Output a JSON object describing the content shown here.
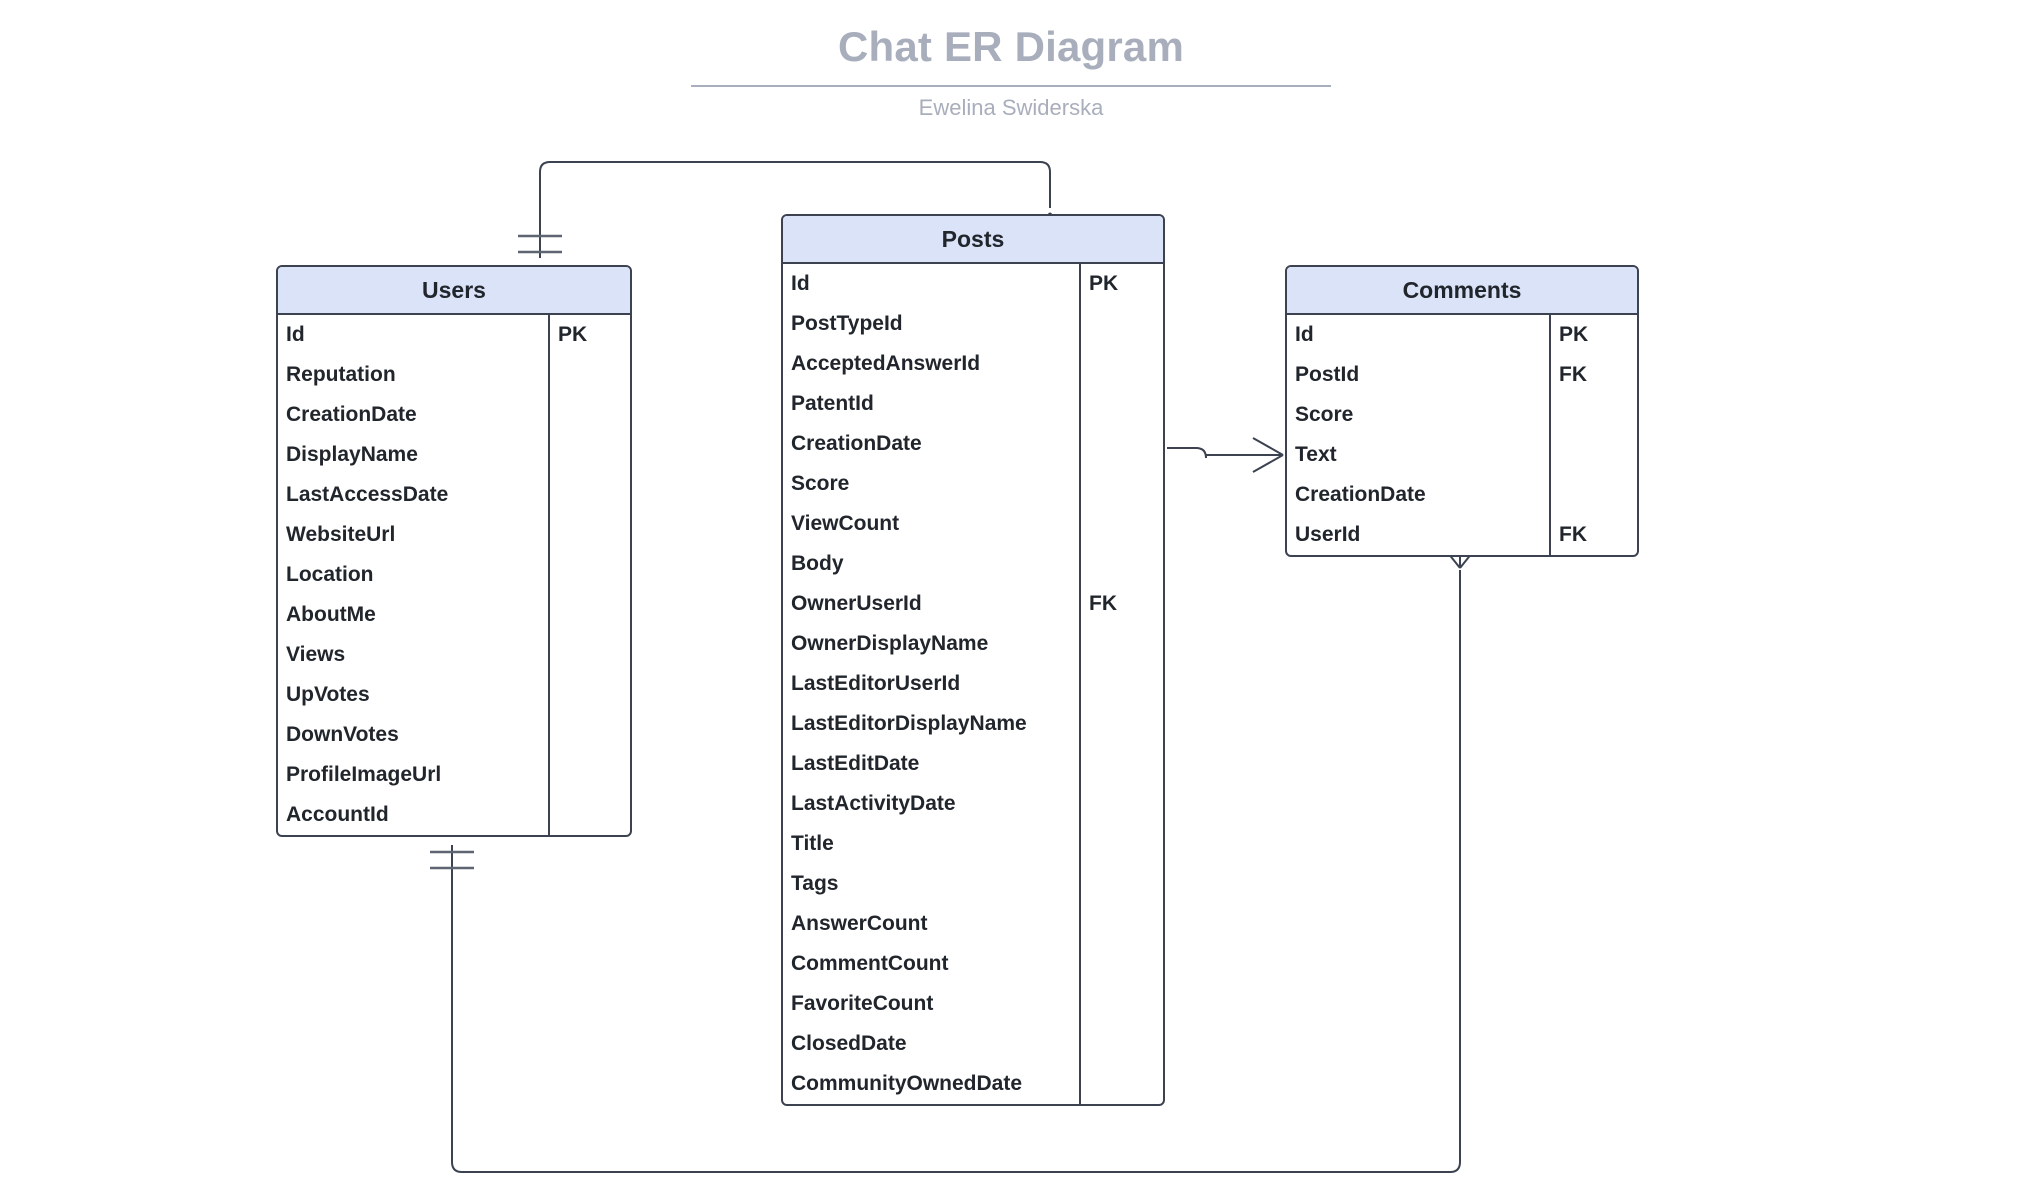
{
  "title": "Chat ER Diagram",
  "subtitle": "Ewelina Swiderska",
  "theme": {
    "header_fill": "#dae3f8",
    "border": "#3c4250",
    "title_color": "#a9aebc",
    "text_color": "#21252c",
    "page_background": "#ffffff"
  },
  "entities": [
    {
      "name": "Users",
      "fields": [
        {
          "name": "Id",
          "key": "PK"
        },
        {
          "name": "Reputation",
          "key": ""
        },
        {
          "name": "CreationDate",
          "key": ""
        },
        {
          "name": "DisplayName",
          "key": ""
        },
        {
          "name": "LastAccessDate",
          "key": ""
        },
        {
          "name": "WebsiteUrl",
          "key": ""
        },
        {
          "name": "Location",
          "key": ""
        },
        {
          "name": "AboutMe",
          "key": ""
        },
        {
          "name": "Views",
          "key": ""
        },
        {
          "name": "UpVotes",
          "key": ""
        },
        {
          "name": "DownVotes",
          "key": ""
        },
        {
          "name": "ProfileImageUrl",
          "key": ""
        },
        {
          "name": "AccountId",
          "key": ""
        }
      ]
    },
    {
      "name": "Posts",
      "fields": [
        {
          "name": "Id",
          "key": "PK"
        },
        {
          "name": "PostTypeId",
          "key": ""
        },
        {
          "name": "AcceptedAnswerId",
          "key": ""
        },
        {
          "name": "PatentId",
          "key": ""
        },
        {
          "name": "CreationDate",
          "key": ""
        },
        {
          "name": "Score",
          "key": ""
        },
        {
          "name": "ViewCount",
          "key": ""
        },
        {
          "name": "Body",
          "key": ""
        },
        {
          "name": "OwnerUserId",
          "key": "FK"
        },
        {
          "name": "OwnerDisplayName",
          "key": ""
        },
        {
          "name": "LastEditorUserId",
          "key": ""
        },
        {
          "name": "LastEditorDisplayName",
          "key": ""
        },
        {
          "name": "LastEditDate",
          "key": ""
        },
        {
          "name": "LastActivityDate",
          "key": ""
        },
        {
          "name": "Title",
          "key": ""
        },
        {
          "name": "Tags",
          "key": ""
        },
        {
          "name": "AnswerCount",
          "key": ""
        },
        {
          "name": "CommentCount",
          "key": ""
        },
        {
          "name": "FavoriteCount",
          "key": ""
        },
        {
          "name": "ClosedDate",
          "key": ""
        },
        {
          "name": "CommunityOwnedDate",
          "key": ""
        }
      ]
    },
    {
      "name": "Comments",
      "fields": [
        {
          "name": "Id",
          "key": "PK"
        },
        {
          "name": "PostId",
          "key": "FK"
        },
        {
          "name": "Score",
          "key": ""
        },
        {
          "name": "Text",
          "key": ""
        },
        {
          "name": "CreationDate",
          "key": ""
        },
        {
          "name": "UserId",
          "key": "FK"
        }
      ]
    }
  ],
  "relationships": [
    {
      "name": "users-to-posts",
      "from": "Users",
      "to": "Posts",
      "from_cardinality": "one-and-only-one",
      "to_cardinality": "many"
    },
    {
      "name": "posts-to-comments",
      "from": "Posts",
      "to": "Comments",
      "from_cardinality": "one-and-only-one",
      "to_cardinality": "many"
    },
    {
      "name": "users-to-comments",
      "from": "Users",
      "to": "Comments",
      "from_cardinality": "one-and-only-one",
      "to_cardinality": "many"
    }
  ]
}
